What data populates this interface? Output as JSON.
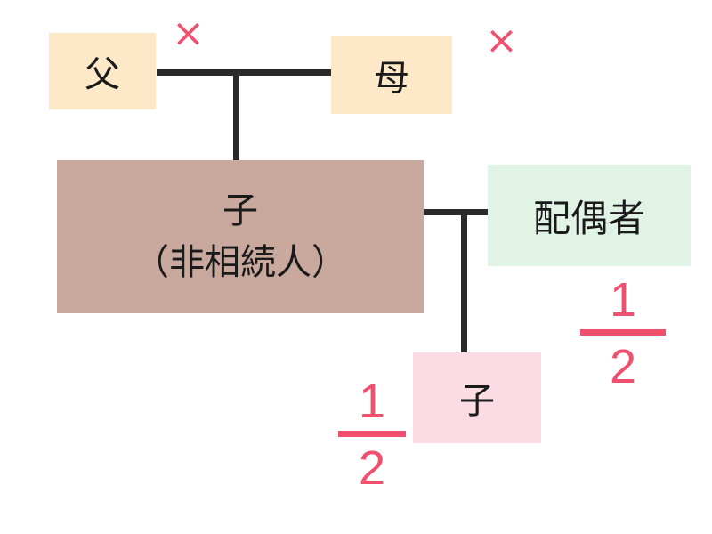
{
  "diagram": {
    "father": {
      "label": "父",
      "status_mark": "×"
    },
    "mother": {
      "label": "母",
      "status_mark": "×"
    },
    "child": {
      "label": "子",
      "note": "（非相続人）"
    },
    "spouse": {
      "label": "配偶者",
      "share": {
        "numerator": "1",
        "denominator": "2"
      }
    },
    "grandchild": {
      "label": "子",
      "share": {
        "numerator": "1",
        "denominator": "2"
      }
    }
  },
  "colors": {
    "parent_box": "#fde9c8",
    "child_box": "#c9a89e",
    "spouse_box": "#e0f3e4",
    "grandchild_box": "#fbdbe4",
    "line": "#2a2a2a",
    "accent_red": "#f0506e"
  }
}
